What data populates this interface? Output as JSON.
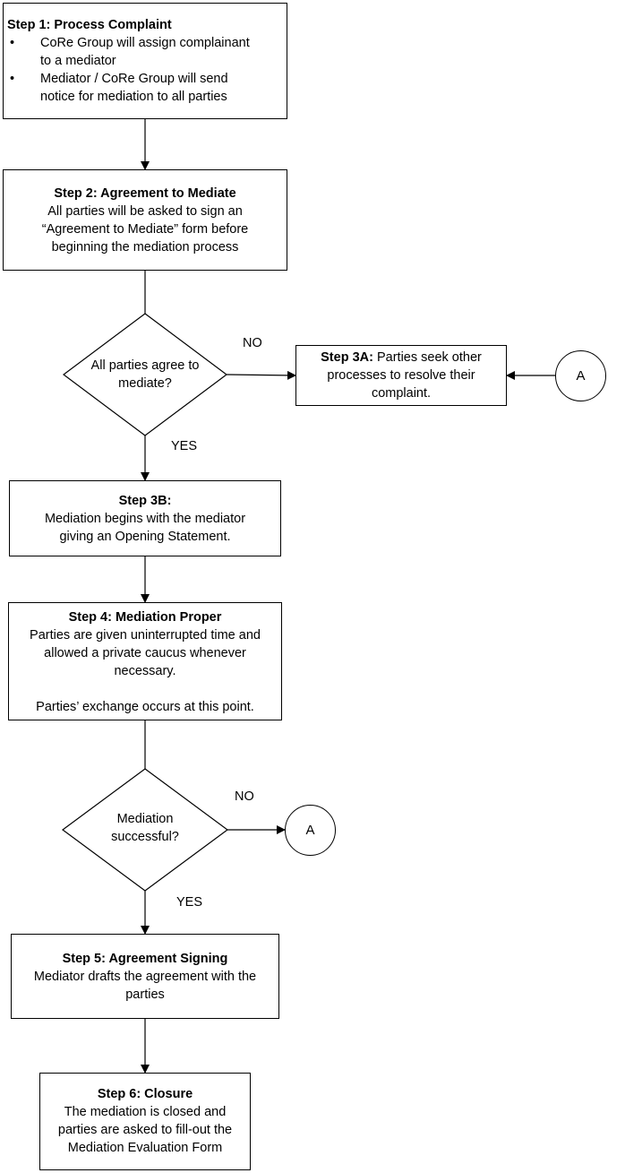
{
  "step1": {
    "title": "Step 1: Process Complaint",
    "bullets": [
      [
        "CoRe Group will assign complainant",
        "to a mediator"
      ],
      [
        "Mediator / CoRe Group will send",
        "notice for mediation to all parties"
      ]
    ]
  },
  "step2": {
    "title": "Step 2: Agreement to Mediate",
    "lines": [
      "All parties will be asked to sign an",
      "“Agreement to Mediate” form before",
      "beginning the mediation process"
    ]
  },
  "decision1": {
    "lines": [
      "All parties agree to",
      "mediate?"
    ],
    "no_label": "NO",
    "yes_label": "YES"
  },
  "step3a": {
    "title": "Step 3A:",
    "lines": [
      "Parties seek other",
      "processes to resolve their",
      "complaint."
    ]
  },
  "connector_a": "A",
  "step3b": {
    "title": "Step 3B:",
    "lines": [
      "Mediation begins with the mediator",
      "giving an Opening Statement."
    ]
  },
  "step4": {
    "title": "Step 4: Mediation Proper",
    "lines": [
      "Parties are given uninterrupted time and",
      "allowed a private caucus whenever",
      "necessary."
    ],
    "extra": "Parties’ exchange occurs at this point."
  },
  "decision2": {
    "lines": [
      "Mediation",
      "successful?"
    ],
    "no_label": "NO",
    "yes_label": "YES"
  },
  "step5": {
    "title": "Step 5: Agreement Signing",
    "lines": [
      "Mediator drafts the agreement with the",
      "parties"
    ]
  },
  "step6": {
    "title": "Step 6: Closure",
    "lines": [
      "The mediation is closed and",
      "parties are asked to fill-out the",
      "Mediation Evaluation Form"
    ]
  }
}
